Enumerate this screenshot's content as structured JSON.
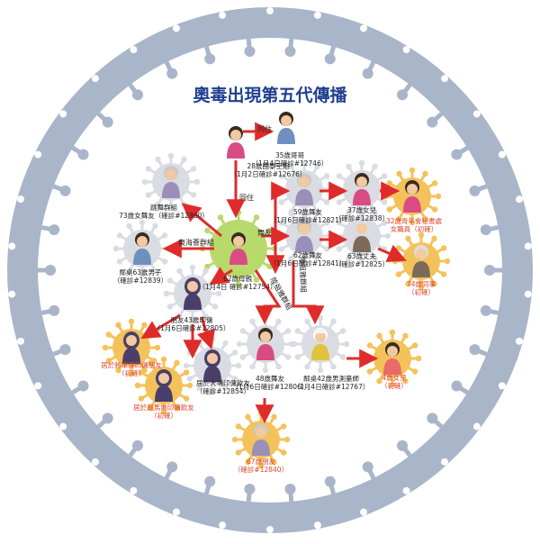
{
  "title": "奧毒出現第五代傳播",
  "colors": {
    "ring": "#a9b5c8",
    "inner": "#ffffff",
    "virus_gray": "#d9dce2",
    "virus_green": "#b8d96b",
    "virus_orange": "#f4c25a",
    "arrow": "#e02b2b",
    "title": "#1f3f8f",
    "text": "#222222",
    "orange_text": "#e0442b"
  },
  "people": [
    {
      "id": "brother",
      "icon": "man-icon",
      "lines": [
        "35歲哥哥",
        "（1月4日確診#12746）"
      ]
    },
    {
      "id": "stewardess",
      "icon": "woman-icon",
      "lines": [
        "28歲國泰空姐",
        "（1月2日確診#12676）"
      ]
    },
    {
      "id": "dancer73",
      "icon": "elder-woman-icon",
      "lines": [
        "跳舞群組",
        "73歲女舞友（確診#12860）"
      ]
    },
    {
      "id": "neighbor63",
      "icon": "man-icon",
      "lines": [
        "鄰桌63歲男子",
        "（確診#12839）"
      ]
    },
    {
      "id": "mother62",
      "icon": "woman-icon",
      "lines": [
        "62歲母親",
        "（1月4日 確診#12754）"
      ]
    },
    {
      "id": "friend59",
      "icon": "elder-woman-icon",
      "lines": [
        "59歲舞友",
        "（1月6日確診#12821）"
      ]
    },
    {
      "id": "friend62",
      "icon": "elder-woman-icon",
      "lines": [
        "62歲舞友",
        "（1月6日確診#12841）"
      ]
    },
    {
      "id": "daughter37",
      "icon": "woman-icon",
      "lines": [
        "37歲女兒",
        "（確診#12838）"
      ]
    },
    {
      "id": "husband63",
      "icon": "elder-man-icon",
      "lines": [
        "63歲丈夫",
        "（確診#12825）"
      ]
    },
    {
      "id": "clerk32",
      "icon": "woman-icon",
      "lines": [
        "32歲青年會秘書處",
        "女職員（初確）"
      ]
    },
    {
      "id": "colleague74",
      "icon": "elder-man-icon",
      "lines": [
        "74歲同事",
        "（初確）"
      ]
    },
    {
      "id": "indo43",
      "icon": "hijab-woman-icon",
      "lines": [
        "朋友43歲印傭",
        "（1月6日確診#12805）"
      ]
    },
    {
      "id": "indo_a",
      "icon": "hijab-woman-icon",
      "lines": [
        "居於將軍澳印傭朋友",
        "（初確）"
      ]
    },
    {
      "id": "indo_b",
      "icon": "hijab-woman-icon",
      "lines": [
        "居於大埔印傭飲友",
        "（確診#12854）"
      ]
    },
    {
      "id": "indo_c",
      "icon": "hijab-woman-icon",
      "lines": [
        "居於跑馬地印傭飲友",
        "（初確）"
      ]
    },
    {
      "id": "friend48",
      "icon": "woman-icon",
      "lines": [
        "48歲舞友",
        "（1月6日確診#12806）"
      ]
    },
    {
      "id": "worker42",
      "icon": "worker-icon",
      "lines": [
        "鄰桌42歲男測量師",
        "（1月4日確診#12767）"
      ]
    },
    {
      "id": "girl4",
      "icon": "girl-icon",
      "lines": [
        "4歲女兒",
        "（初確）"
      ]
    },
    {
      "id": "friend67",
      "icon": "elder-woman-icon",
      "lines": [
        "67歲朋友",
        "（確診#12840）"
      ]
    }
  ],
  "edge_labels": {
    "live_together_1": "同住",
    "live_together_2": "同住",
    "dance_friend": "舞友",
    "east_sea": "東海薈群組",
    "lucky_1": "陸祖雅群組",
    "lucky_2": "陸祖雅群組"
  }
}
